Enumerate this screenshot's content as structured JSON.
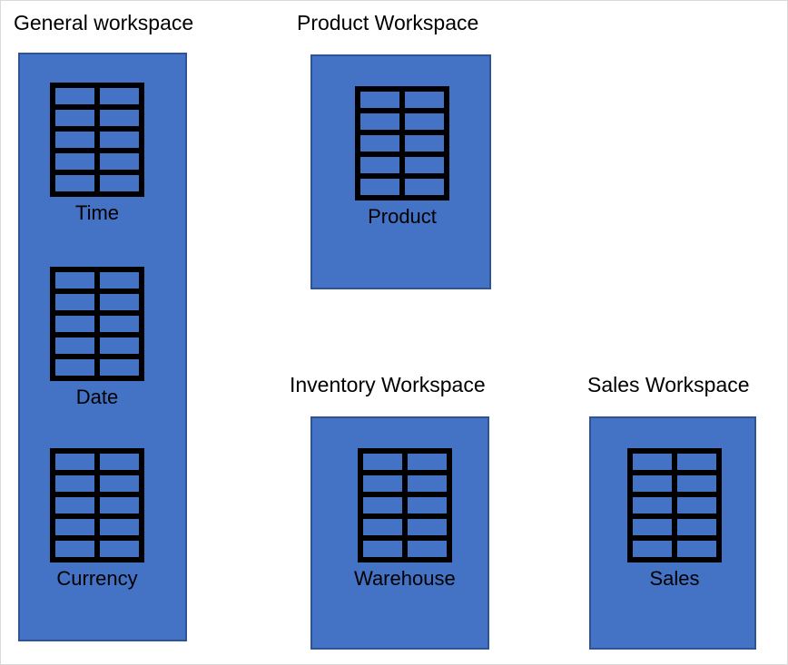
{
  "diagram": {
    "background_color": "#FFFFFF",
    "box_fill_color": "#4472C4",
    "box_border_color": "#2F5496",
    "icon_color": "#000000",
    "icon_name": "table-icon",
    "workspaces": [
      {
        "id": "general",
        "title": "General workspace",
        "tables": [
          {
            "label": "Time"
          },
          {
            "label": "Date"
          },
          {
            "label": "Currency"
          }
        ]
      },
      {
        "id": "product",
        "title": "Product Workspace",
        "tables": [
          {
            "label": "Product"
          }
        ]
      },
      {
        "id": "inventory",
        "title": "Inventory Workspace",
        "tables": [
          {
            "label": "Warehouse"
          }
        ]
      },
      {
        "id": "sales",
        "title": "Sales Workspace",
        "tables": [
          {
            "label": "Sales"
          }
        ]
      }
    ]
  }
}
